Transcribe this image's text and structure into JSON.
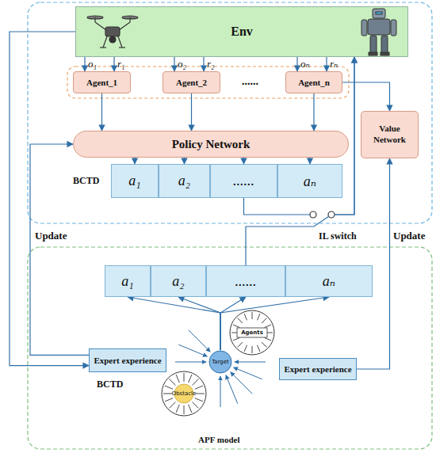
{
  "diagram": {
    "nodes": [
      {
        "text": [
          "Env"
        ]
      },
      {
        "text": [
          "Agent_1"
        ]
      },
      {
        "text": [
          "Agent_2"
        ]
      },
      {
        "text": [
          "Agent_n"
        ]
      },
      {
        "text": [
          "Policy Network"
        ]
      },
      {
        "text": [
          "Value Network"
        ]
      },
      {
        "text": [
          "a₁"
        ]
      },
      {
        "text": [
          "a₂"
        ]
      },
      {
        "text": [
          "......"
        ]
      },
      {
        "text": [
          "aₙ"
        ]
      },
      {
        "text": [
          "a₁"
        ]
      },
      {
        "text": [
          "a₂"
        ]
      },
      {
        "text": [
          "......"
        ]
      },
      {
        "text": [
          "aₙ"
        ]
      },
      {
        "text": [
          "Target"
        ]
      },
      {
        "text": [
          "Agents"
        ]
      },
      {
        "text": [
          "Obstacle"
        ]
      },
      {
        "text": [
          "Expert experience"
        ]
      },
      {
        "text": [
          "Expert experience"
        ]
      }
    ],
    "edges": [
      {
        "from": 0,
        "to": 1,
        "arrow": "to",
        "label": "o₁"
      },
      {
        "from": 0,
        "to": 1,
        "arrow": "to",
        "label": "r₁"
      },
      {
        "from": 0,
        "to": 2,
        "arrow": "to",
        "label": "o₂"
      },
      {
        "from": 0,
        "to": 2,
        "arrow": "to",
        "label": "r₂"
      },
      {
        "from": 0,
        "to": 3,
        "arrow": "to",
        "label": "oₙ"
      },
      {
        "from": 0,
        "to": 3,
        "arrow": "to",
        "label": "rₙ"
      },
      {
        "from": 1,
        "to": 4,
        "arrow": "to"
      },
      {
        "from": 2,
        "to": 4,
        "arrow": "to"
      },
      {
        "from": 3,
        "to": 4,
        "arrow": "to"
      },
      {
        "from": 3,
        "to": 5,
        "arrow": "to"
      },
      {
        "from": 4,
        "to": 6,
        "arrow": "to"
      },
      {
        "from": 4,
        "to": 7,
        "arrow": "to"
      },
      {
        "from": 4,
        "to": 8,
        "arrow": "to"
      },
      {
        "from": 4,
        "to": 9,
        "arrow": "to"
      },
      {
        "from": 8,
        "to": 0,
        "arrow": "to"
      },
      {
        "from": 12,
        "to": 0,
        "arrow": "to"
      },
      {
        "from": 14,
        "to": 10,
        "arrow": "to"
      },
      {
        "from": 14,
        "to": 11,
        "arrow": "to"
      },
      {
        "from": 14,
        "to": 12,
        "arrow": "to"
      },
      {
        "from": 14,
        "to": 13,
        "arrow": "to"
      },
      {
        "from": 0,
        "to": 17,
        "arrow": "to"
      },
      {
        "from": 17,
        "to": 4,
        "arrow": "to",
        "label": "Update"
      },
      {
        "from": 18,
        "to": 5,
        "arrow": "to",
        "label": "Update"
      }
    ],
    "labels": [
      "......",
      "BCTD",
      "IL switch",
      "BCTD",
      "APF model"
    ]
  }
}
